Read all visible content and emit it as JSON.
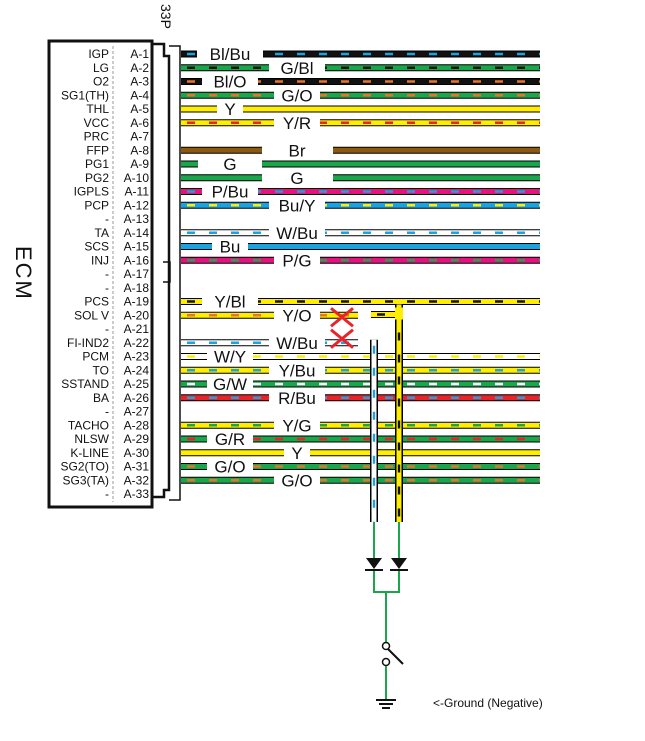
{
  "ecm_label": "ECM",
  "connector_label": "33P",
  "pins": [
    {
      "name": "IGP",
      "id": "A-1"
    },
    {
      "name": "LG",
      "id": "A-2"
    },
    {
      "name": "O2",
      "id": "A-3"
    },
    {
      "name": "SG1(TH)",
      "id": "A-4"
    },
    {
      "name": "THL",
      "id": "A-5"
    },
    {
      "name": "VCC",
      "id": "A-6"
    },
    {
      "name": "PRC",
      "id": "A-7"
    },
    {
      "name": "FFP",
      "id": "A-8"
    },
    {
      "name": "PG1",
      "id": "A-9"
    },
    {
      "name": "PG2",
      "id": "A-10"
    },
    {
      "name": "IGPLS",
      "id": "A-11"
    },
    {
      "name": "PCP",
      "id": "A-12"
    },
    {
      "name": "-",
      "id": "A-13"
    },
    {
      "name": "TA",
      "id": "A-14"
    },
    {
      "name": "SCS",
      "id": "A-15"
    },
    {
      "name": "INJ",
      "id": "A-16"
    },
    {
      "name": "-",
      "id": "A-17"
    },
    {
      "name": "-",
      "id": "A-18"
    },
    {
      "name": "PCS",
      "id": "A-19"
    },
    {
      "name": "SOL V",
      "id": "A-20"
    },
    {
      "name": "-",
      "id": "A-21"
    },
    {
      "name": "FI-IND2",
      "id": "A-22"
    },
    {
      "name": "PCM",
      "id": "A-23"
    },
    {
      "name": "TO",
      "id": "A-24"
    },
    {
      "name": "SSTAND",
      "id": "A-25"
    },
    {
      "name": "BA",
      "id": "A-26"
    },
    {
      "name": "-",
      "id": "A-27"
    },
    {
      "name": "TACHO",
      "id": "A-28"
    },
    {
      "name": "NLSW",
      "id": "A-29"
    },
    {
      "name": "K-LINE",
      "id": "A-30"
    },
    {
      "name": "SG2(TO)",
      "id": "A-31"
    },
    {
      "name": "SG3(TA)",
      "id": "A-32"
    },
    {
      "name": "-",
      "id": "A-33"
    }
  ],
  "wire_labels": {
    "A-1": "Bl/Bu",
    "A-2": "G/Bl",
    "A-3": "Bl/O",
    "A-4": "G/O",
    "A-5": "Y",
    "A-6": "Y/R",
    "A-8": "Br",
    "A-9": "G",
    "A-10": "G",
    "A-11": "P/Bu",
    "A-12": "Bu/Y",
    "A-14": "W/Bu",
    "A-15": "Bu",
    "A-16": "P/G",
    "A-19": "Y/Bl",
    "A-20": "Y/O",
    "A-22": "W/Bu",
    "A-23": "W/Y",
    "A-24": "Y/Bu",
    "A-25": "G/W",
    "A-26": "R/Bu",
    "A-28": "Y/G",
    "A-29": "G/R",
    "A-30": "Y",
    "A-31": "G/O",
    "A-32": "G/O"
  },
  "ground_note": "<-Ground (Negative)",
  "colors": {
    "Bl": "#111111",
    "Bu": "#1aa3e0",
    "G": "#1aa64a",
    "O": "#e8732a",
    "Y": "#ffee00",
    "R": "#e8232a",
    "Br": "#8b5a10",
    "P": "#e6127d",
    "W": "#ffffff",
    "cut_mark": "#e8232a"
  }
}
